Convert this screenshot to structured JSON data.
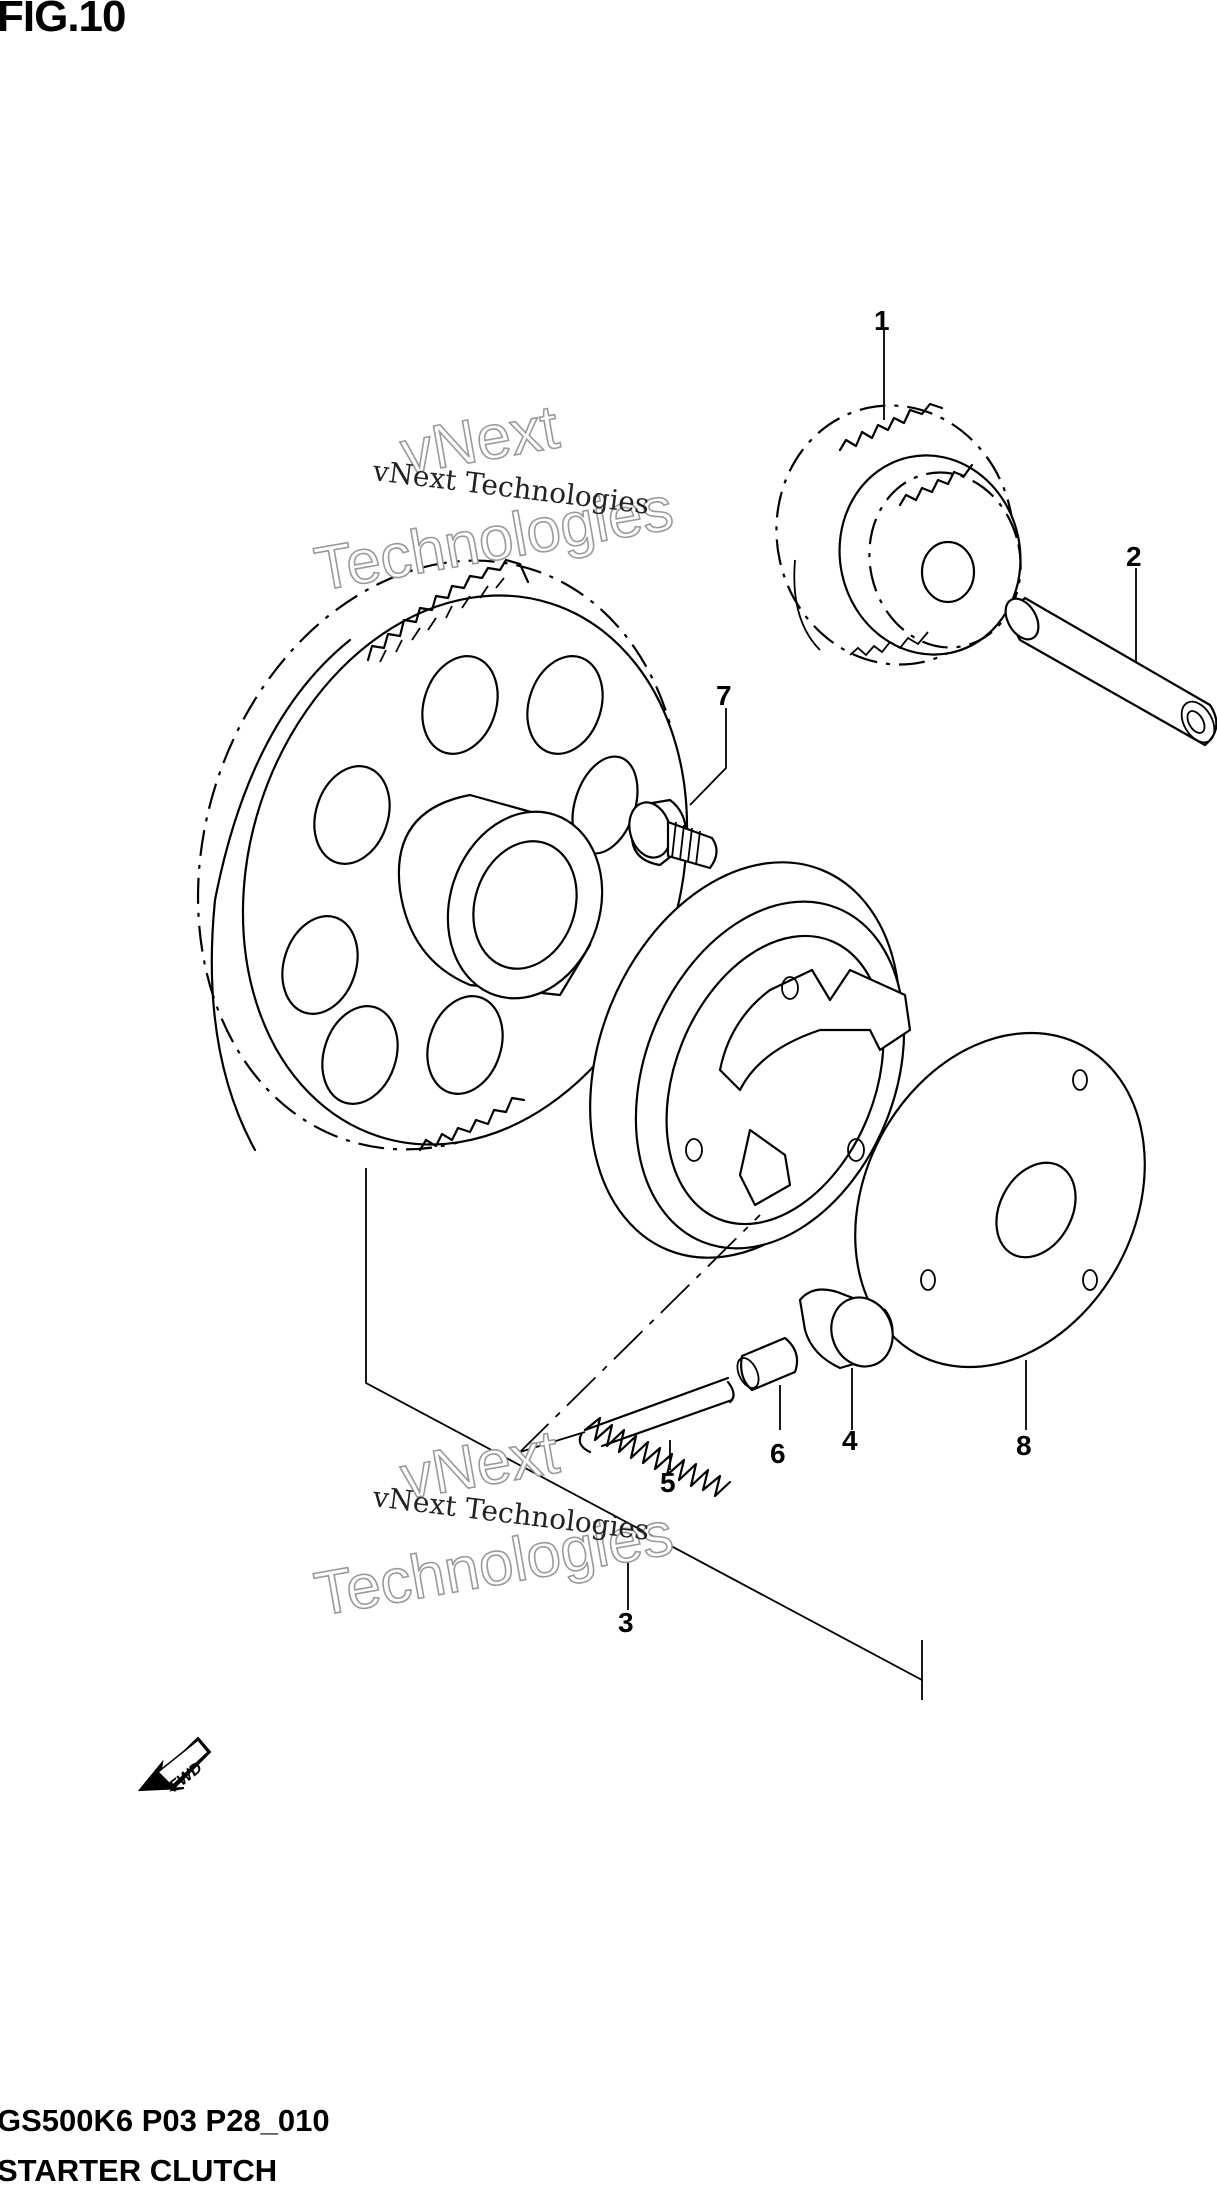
{
  "figure": {
    "title": "FIG.10",
    "code": "GS500K6 P03 P28_010",
    "name": "STARTER CLUTCH"
  },
  "watermark": {
    "text": "vNext Technologies",
    "line1": "vNext",
    "line2": "Technologies"
  },
  "fwd_label": "FWD",
  "callouts": [
    {
      "id": "callout-1",
      "label": "1"
    },
    {
      "id": "callout-2",
      "label": "2"
    },
    {
      "id": "callout-3",
      "label": "3"
    },
    {
      "id": "callout-4",
      "label": "4"
    },
    {
      "id": "callout-5",
      "label": "5"
    },
    {
      "id": "callout-6",
      "label": "6"
    },
    {
      "id": "callout-7",
      "label": "7"
    },
    {
      "id": "callout-8",
      "label": "8"
    }
  ]
}
